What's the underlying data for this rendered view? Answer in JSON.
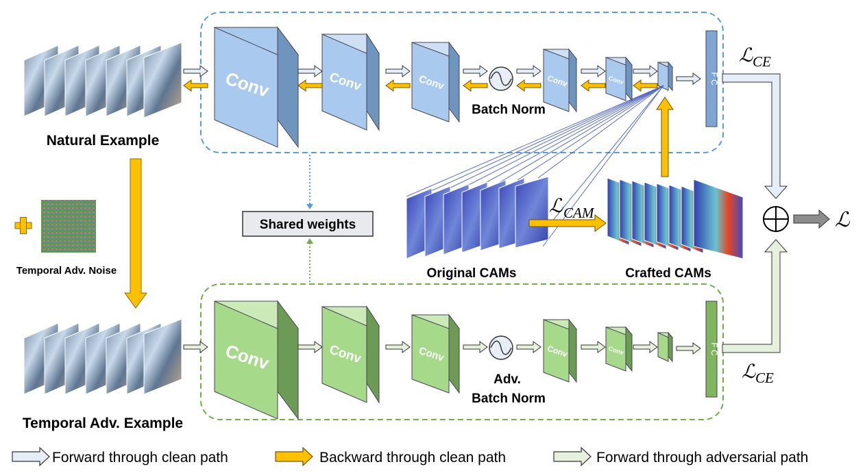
{
  "labels": {
    "natural_example": "Natural Example",
    "temporal_adv_example": "Temporal Adv. Example",
    "temporal_adv_noise": "Temporal Adv. Noise",
    "shared_weights": "Shared weights",
    "batch_norm": "Batch Norm",
    "adv_batch_norm_1": "Adv.",
    "adv_batch_norm_2": "Batch Norm",
    "original_cams": "Original CAMs",
    "crafted_cams": "Crafted CAMs",
    "conv": "Conv",
    "fc": "F C"
  },
  "loss": {
    "ce_top_main": "ℒ",
    "ce_top_sub": "CE",
    "ce_bottom_main": "ℒ",
    "ce_bottom_sub": "CE",
    "cam_main": "ℒ",
    "cam_sub": "CAM",
    "total": "ℒ",
    "sum_symbol": "⊕"
  },
  "legend": {
    "forward_clean": "Forward through clean path",
    "backward_clean": "Backward through clean path",
    "forward_adv": "Forward through adversarial path"
  },
  "colors": {
    "clean_front": "#a9c9ee",
    "clean_top": "#cfe0f5",
    "clean_side": "#6f95bf",
    "adv_front": "#a6d98a",
    "adv_top": "#cbeab8",
    "adv_side": "#6d9a55",
    "dash_clean": "#5b9bd5",
    "dash_adv": "#70ad47",
    "backward_arrow": "#ffc000",
    "forward_clean_arrow": "#e4edf8",
    "forward_adv_arrow": "#e6f0dd"
  }
}
